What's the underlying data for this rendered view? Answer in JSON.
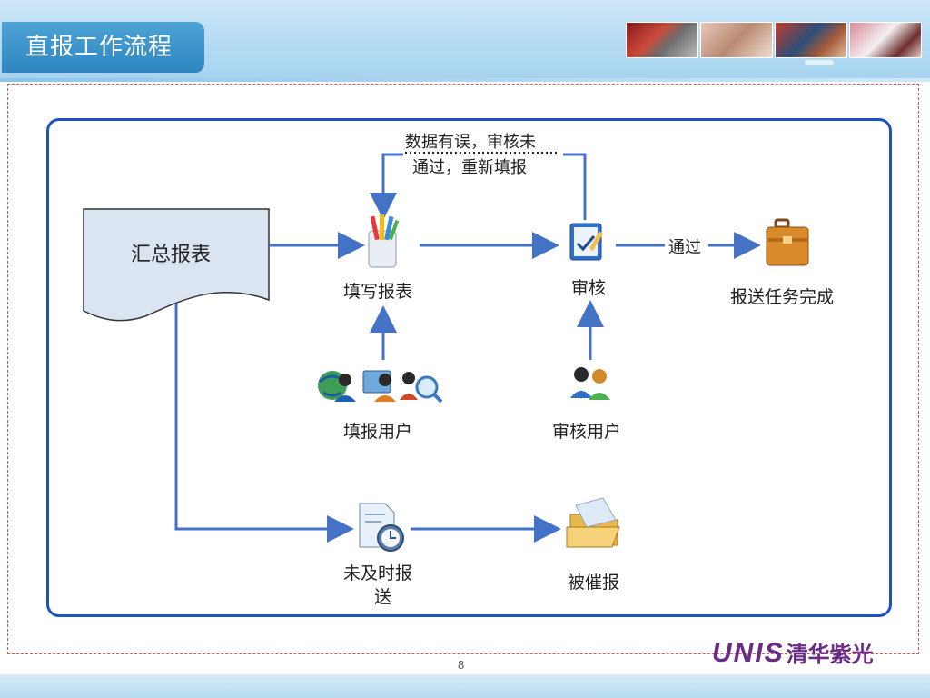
{
  "slide": {
    "title": "直报工作流程",
    "page_number": "8"
  },
  "brand": {
    "latin": "UNIS",
    "chinese": "清华紫光",
    "color": "#6a2c86"
  },
  "diagram": {
    "border_color": "#1f51c6",
    "arrow_color": "#4472c4",
    "nodes": {
      "summary_report": "汇总报表",
      "fill_report": "填写报表",
      "review": "审核",
      "task_complete": "报送任务完成",
      "fill_users": "填报用户",
      "review_users": "审核用户",
      "not_submitted_line1": "未及时报",
      "not_submitted_line2": "送",
      "reminded": "被催报"
    },
    "edge_labels": {
      "rejected_line1": "数据有误，审核未",
      "rejected_line2": "通过，重新填报",
      "passed": "通过"
    },
    "icons": [
      "document-shape",
      "pencil-cup-icon",
      "checklist-icon",
      "briefcase-icon",
      "globe-user-icon",
      "monitor-user-icon",
      "search-user-icon",
      "user-group-icon",
      "clock-document-icon",
      "open-folder-icon"
    ]
  }
}
